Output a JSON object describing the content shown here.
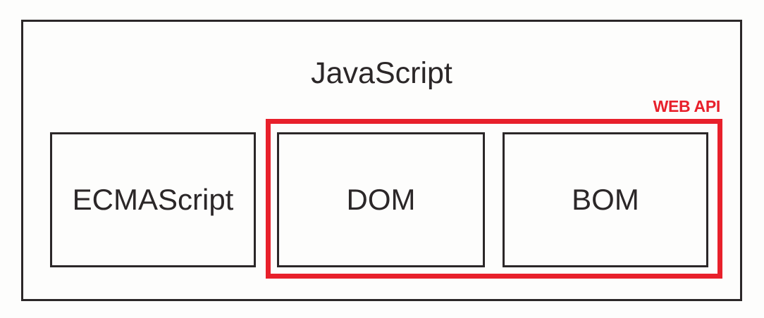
{
  "diagram": {
    "title": "JavaScript",
    "group_label": "WEB API",
    "boxes": [
      {
        "label": "ECMAScript"
      },
      {
        "label": "DOM"
      },
      {
        "label": "BOM"
      }
    ]
  },
  "colors": {
    "accent_red": "#e8202b",
    "ink": "#2b2728",
    "background": "#fdfdfc"
  }
}
